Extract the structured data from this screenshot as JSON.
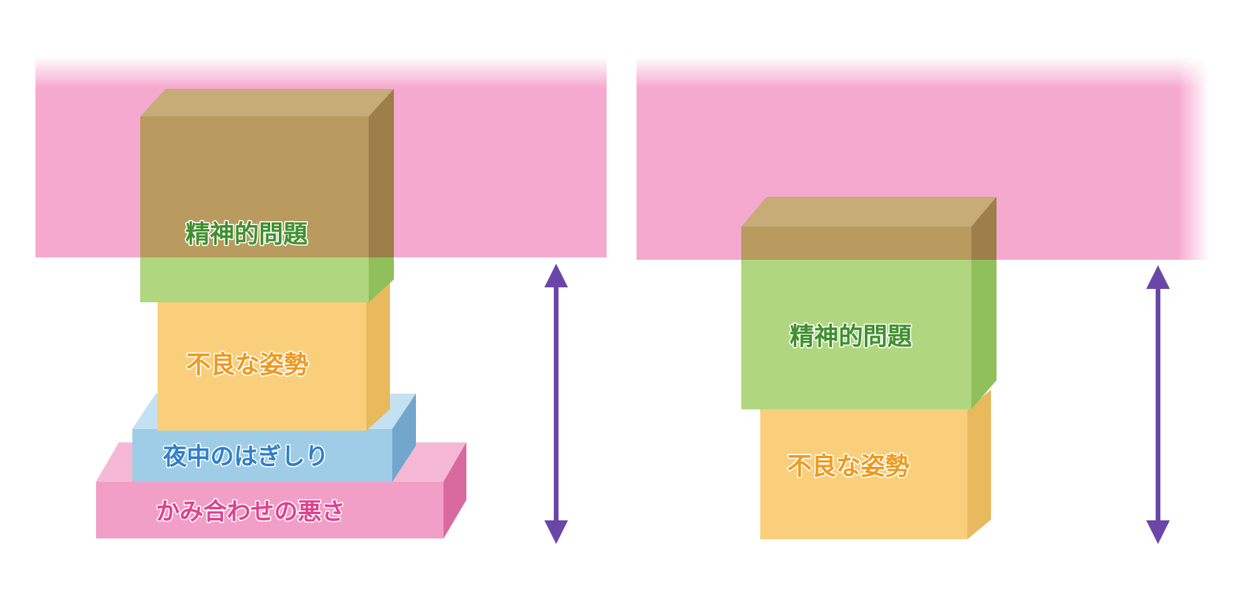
{
  "colors": {
    "threshold_band": "#f6a9cf",
    "arrow": "#6a46a8",
    "block_brown": "#b99a5f",
    "block_green": "#b0d67f",
    "block_orange": "#f9cf7c",
    "block_blue": "#9fcde7",
    "block_pink": "#f19fc6"
  },
  "left_diagram": {
    "blocks": [
      {
        "label": "精神的問題",
        "color": "green"
      },
      {
        "label": "不良な姿勢",
        "color": "orange"
      },
      {
        "label": "夜中のはぎしり",
        "color": "blue"
      },
      {
        "label": "かみ合わせの悪さ",
        "color": "pink"
      }
    ]
  },
  "right_diagram": {
    "blocks": [
      {
        "label": "精神的問題",
        "color": "green"
      },
      {
        "label": "不良な姿勢",
        "color": "orange"
      }
    ]
  },
  "icons": [
    "double-headed-arrow-icon",
    "double-headed-arrow-icon"
  ]
}
